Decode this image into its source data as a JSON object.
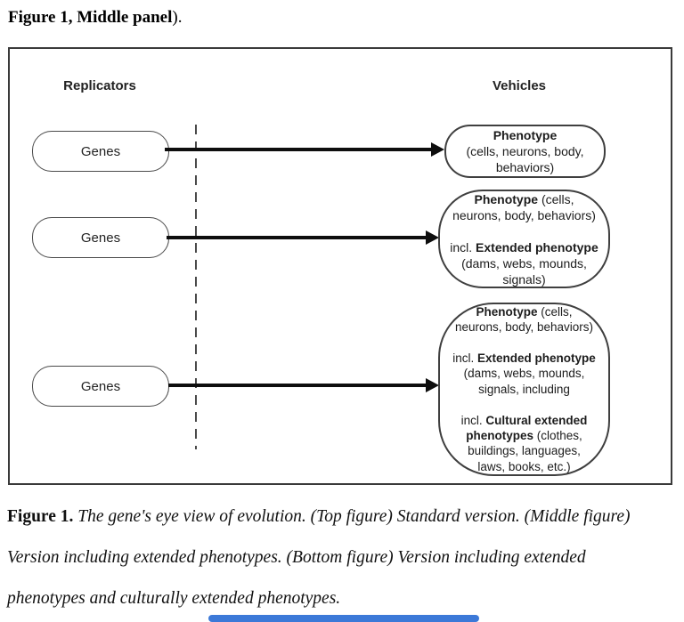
{
  "header": {
    "lines": [
      [
        {
          "t": "Figure 1, Middle panel",
          "b": 1
        },
        {
          "t": ")."
        }
      ]
    ]
  },
  "diagram": {
    "replicators_label": "Replicators",
    "vehicles_label": "Vehicles",
    "genes": [
      "Genes",
      "Genes",
      "Genes"
    ],
    "vehicles": [
      {
        "lines": [
          [
            {
              "t": "Phenotype",
              "b": 1
            }
          ],
          [
            {
              "t": "(cells, neurons, body,"
            }
          ],
          [
            {
              "t": "behaviors)"
            }
          ]
        ]
      },
      {
        "lines": [
          [
            {
              "t": "Phenotype",
              "b": 1
            },
            {
              "t": " (cells,"
            }
          ],
          [
            {
              "t": "neurons, body, behaviors)"
            }
          ],
          [],
          [
            {
              "t": "incl. "
            },
            {
              "t": "Extended phenotype",
              "b": 1
            }
          ],
          [
            {
              "t": "(dams, webs, mounds,"
            }
          ],
          [
            {
              "t": "signals)"
            }
          ]
        ]
      },
      {
        "lines": [
          [
            {
              "t": "Phenotype",
              "b": 1
            },
            {
              "t": " (cells,"
            }
          ],
          [
            {
              "t": "neurons, body, behaviors)"
            }
          ],
          [],
          [
            {
              "t": "incl. "
            },
            {
              "t": "Extended phenotype",
              "b": 1
            }
          ],
          [
            {
              "t": "(dams, webs, mounds,"
            }
          ],
          [
            {
              "t": "signals, including"
            }
          ],
          [],
          [
            {
              "t": "incl. "
            },
            {
              "t": "Cultural extended",
              "b": 1
            }
          ],
          [
            {
              "t": "phenotypes",
              "b": 1
            },
            {
              "t": " (clothes,"
            }
          ],
          [
            {
              "t": "buildings, languages,"
            }
          ],
          [
            {
              "t": "laws, books, etc.)"
            }
          ]
        ]
      }
    ]
  },
  "caption": {
    "lines": [
      [
        {
          "t": "Figure 1.",
          "b": 1
        },
        {
          "t": " The gene's eye view of evolution. (Top figure) Standard version. (Middle figure)",
          "i": 1
        }
      ],
      [
        {
          "t": "Version including extended phenotypes. (Bottom figure) Version including extended",
          "i": 1
        }
      ],
      [
        {
          "t": "phenotypes and culturally extended phenotypes.",
          "i": 1
        }
      ]
    ]
  },
  "footer": {
    "accent_color": "#3c79d8"
  }
}
